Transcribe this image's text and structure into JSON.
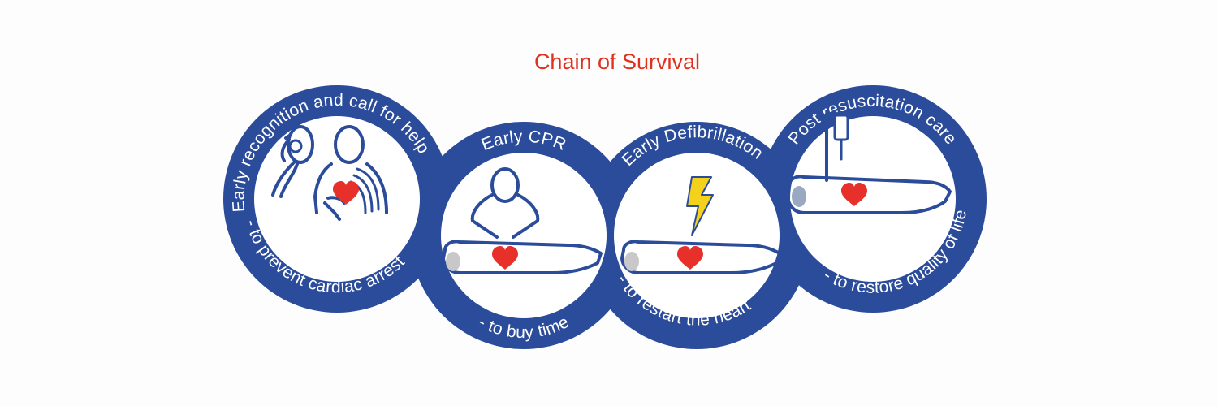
{
  "title": "Chain of Survival",
  "colors": {
    "ring": "#2b4c9a",
    "title": "#e0301e",
    "heart": "#e8302a",
    "bolt": "#f4d21c",
    "head_shade": "#c8c8c8"
  },
  "links": [
    {
      "heading": "Early recognition and call for help",
      "subtitle": "- to prevent cardiac arrest",
      "icon": "phone-call-and-chest-pain-icon"
    },
    {
      "heading": "Early CPR",
      "subtitle": "- to buy time",
      "icon": "cpr-icon"
    },
    {
      "heading": "Early Defibrillation",
      "subtitle": "- to restart the heart",
      "icon": "defibrillation-icon"
    },
    {
      "heading": "Post resuscitation care",
      "subtitle": "- to restore quality of life",
      "icon": "iv-drip-patient-icon"
    }
  ]
}
